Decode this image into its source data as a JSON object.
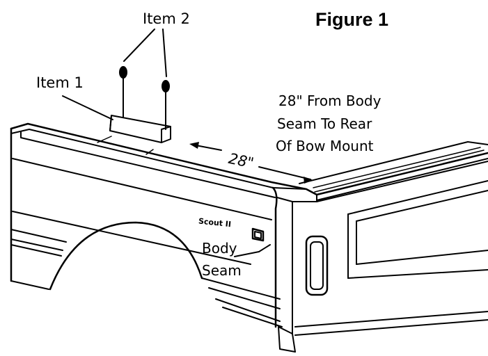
{
  "figure": {
    "title": "Figure 1",
    "labels": {
      "item1": "Item 1",
      "item2": "Item 2",
      "note_line1": "28\" From Body",
      "note_line2": "Seam To Rear",
      "note_line3": "Of Bow Mount",
      "dimension": "28\"",
      "seam_line1": "Body",
      "seam_line2": "Seam",
      "badge": "Scout II"
    }
  }
}
